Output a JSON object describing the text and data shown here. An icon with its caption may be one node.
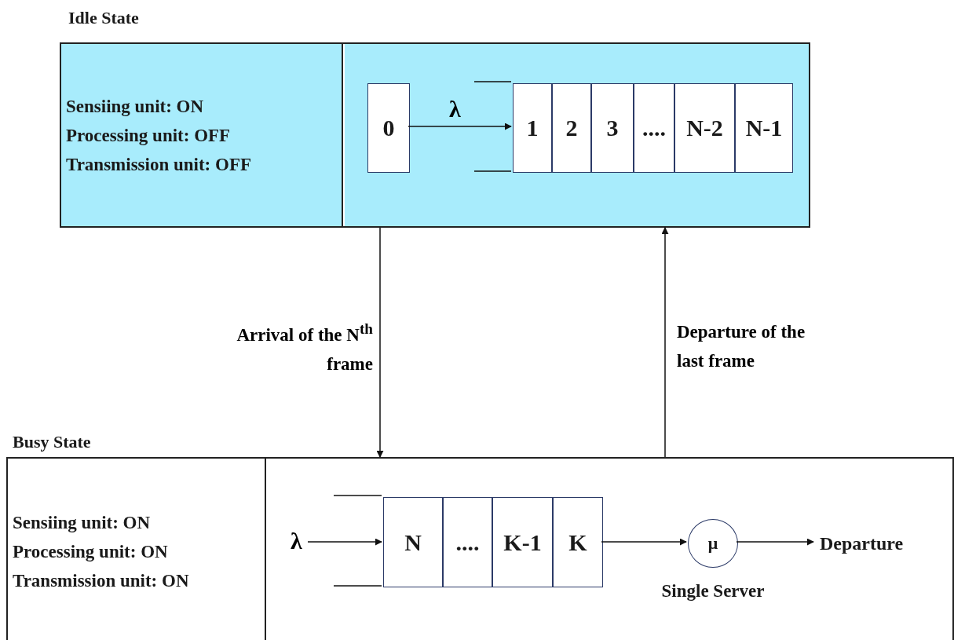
{
  "diagram": {
    "nodes": [
      {
        "text": [
          "Idle State"
        ]
      },
      {
        "text": [
          "Sensiing unit: ON",
          "Processing unit: OFF",
          "Transmission unit: OFF"
        ],
        "in": 0
      },
      {
        "text": [],
        "shape": "box",
        "in": 0
      },
      {
        "text": [
          "0"
        ],
        "in": 2
      },
      {
        "text": [
          "1"
        ],
        "in": 2
      },
      {
        "text": [
          "2"
        ],
        "in": 2
      },
      {
        "text": [
          "3"
        ],
        "in": 2
      },
      {
        "text": [
          "...."
        ],
        "in": 2
      },
      {
        "text": [
          "N-2"
        ],
        "in": 2
      },
      {
        "text": [
          "N-1"
        ],
        "in": 2
      },
      {
        "text": [
          "Busy State"
        ]
      },
      {
        "text": [
          "Sensiing unit: ON",
          "Processing unit: ON",
          "Transmission unit: ON"
        ],
        "in": 10
      },
      {
        "text": [],
        "shape": "box",
        "in": 10
      },
      {
        "text": [
          "N"
        ],
        "in": 12
      },
      {
        "text": [
          "...."
        ],
        "in": 12
      },
      {
        "text": [
          "K-1"
        ],
        "in": 12
      },
      {
        "text": [
          "K"
        ],
        "in": 12
      },
      {
        "text": [
          "μ"
        ],
        "in": 12,
        "beside": [
          "Single Server"
        ]
      },
      {
        "text": [
          "Departure"
        ],
        "in": 12
      }
    ],
    "edges": [
      {
        "from": 3,
        "to": 4,
        "arrow": "to",
        "label": "λ"
      },
      {
        "from": 2,
        "to": 12,
        "arrow": "to",
        "label": "Arrival of the N$^{th}$ frame"
      },
      {
        "from": 12,
        "to": 2,
        "arrow": "to",
        "label": "Departure of the last frame"
      },
      {
        "from": null,
        "to": 13,
        "arrow": "to",
        "label": "λ"
      },
      {
        "from": 16,
        "to": 17,
        "arrow": "to"
      },
      {
        "from": 17,
        "to": 18,
        "arrow": "to"
      }
    ]
  }
}
